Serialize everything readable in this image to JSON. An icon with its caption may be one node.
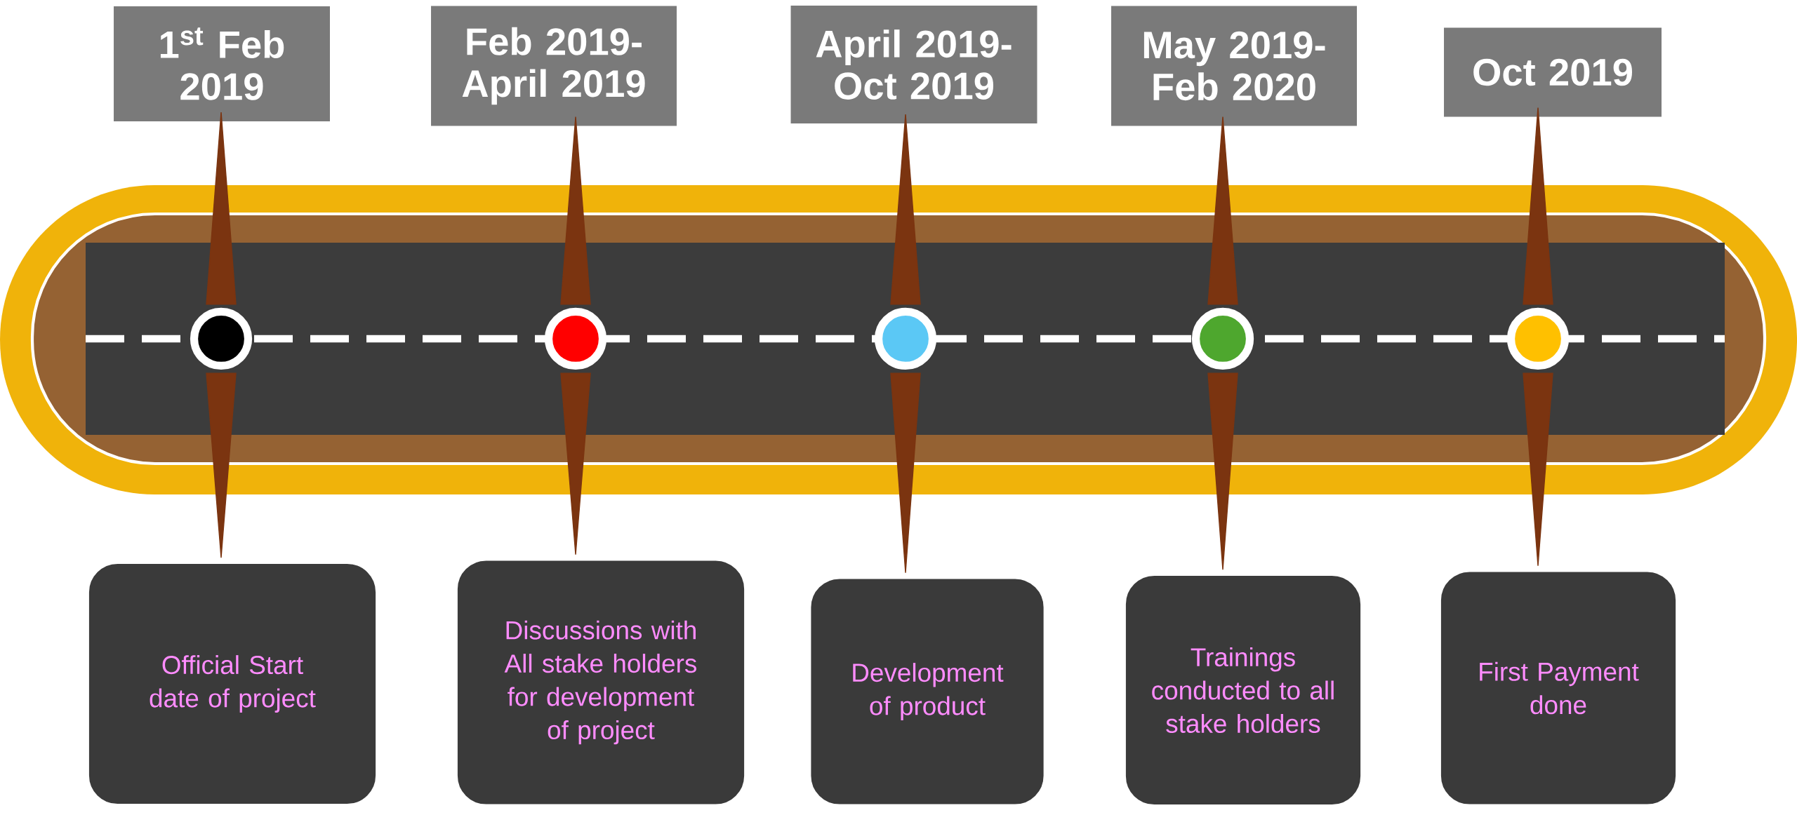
{
  "diagram": {
    "nodes": [
      {
        "text": [
          "1$^{st}$ Feb 2019"
        ]
      },
      {
        "text": [
          "Feb 2019- April 2019"
        ]
      },
      {
        "text": [
          "April 2019- Oct 2019"
        ]
      },
      {
        "text": [
          "May 2019- Feb 2020"
        ]
      },
      {
        "text": [
          "Oct 2019"
        ]
      },
      {
        "text": [],
        "shape": "circle"
      },
      {
        "text": [],
        "shape": "circle"
      },
      {
        "text": [],
        "shape": "circle"
      },
      {
        "text": [],
        "shape": "circle"
      },
      {
        "text": [],
        "shape": "circle"
      },
      {
        "text": [
          "Official Start date of project"
        ]
      },
      {
        "text": [
          "Discussions with All stake holders for development of project"
        ]
      },
      {
        "text": [
          "Development of product"
        ]
      },
      {
        "text": [
          "Trainings conducted to all stake holders"
        ]
      },
      {
        "text": [
          "First Payment done"
        ]
      }
    ],
    "edges": [
      {
        "from": 0,
        "to": 5,
        "arrow": "none"
      },
      {
        "from": 5,
        "to": 10,
        "arrow": "none"
      },
      {
        "from": 1,
        "to": 6,
        "arrow": "none"
      },
      {
        "from": 6,
        "to": 11,
        "arrow": "none"
      },
      {
        "from": 2,
        "to": 7,
        "arrow": "none"
      },
      {
        "from": 7,
        "to": 12,
        "arrow": "none"
      },
      {
        "from": 3,
        "to": 8,
        "arrow": "none"
      },
      {
        "from": 8,
        "to": 13,
        "arrow": "none"
      },
      {
        "from": 4,
        "to": 9,
        "arrow": "none"
      },
      {
        "from": 9,
        "to": 14,
        "arrow": "none"
      }
    ]
  }
}
